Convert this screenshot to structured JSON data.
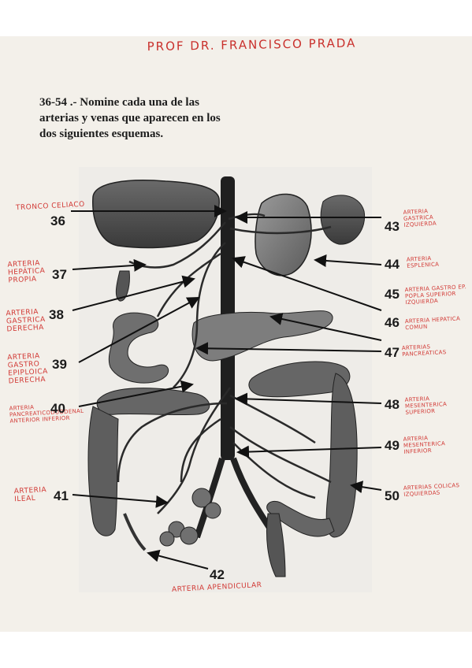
{
  "header": "PROF DR. FRANCISCO PRADA",
  "question": "36-54 .- Nomine cada una de las arterias y venas que aparecen en los dos siguientes esquemas.",
  "items": [
    {
      "number": "36",
      "label": "TRONCO CELIACO"
    },
    {
      "number": "37",
      "label": "ARTERIA HEPÁTICA PROPIA"
    },
    {
      "number": "38",
      "label": "ARTERIA GASTRICA DERECHA"
    },
    {
      "number": "39",
      "label": "ARTERIA GASTRO EPIPLOICA DERECHA"
    },
    {
      "number": "40",
      "label": "ARTERIA PANCREATICODUODENAL ANTERIOR INFERIOR"
    },
    {
      "number": "41",
      "label": "ARTERIA ILEAL"
    },
    {
      "number": "42",
      "label": "ARTERIA APENDICULAR"
    },
    {
      "number": "43",
      "label": "ARTERIA GASTRICA IZQUIERDA"
    },
    {
      "number": "44",
      "label": "ARTERIA ESPLENICA"
    },
    {
      "number": "45",
      "label": "ARTERIA GASTRO EP. POPLA SUPERIOR IZQUIERDA"
    },
    {
      "number": "46",
      "label": "ARTERIA HEPATICA COMUN"
    },
    {
      "number": "47",
      "label": "ARTERIAS PANCREATICAS"
    },
    {
      "number": "48",
      "label": "ARTERIA MESENTERICA SUPERIOR"
    },
    {
      "number": "49",
      "label": "ARTERIA MESENTERICA INFERIOR"
    },
    {
      "number": "50",
      "label": "ARTERIAS COLICAS IZQUIERDAS"
    }
  ]
}
